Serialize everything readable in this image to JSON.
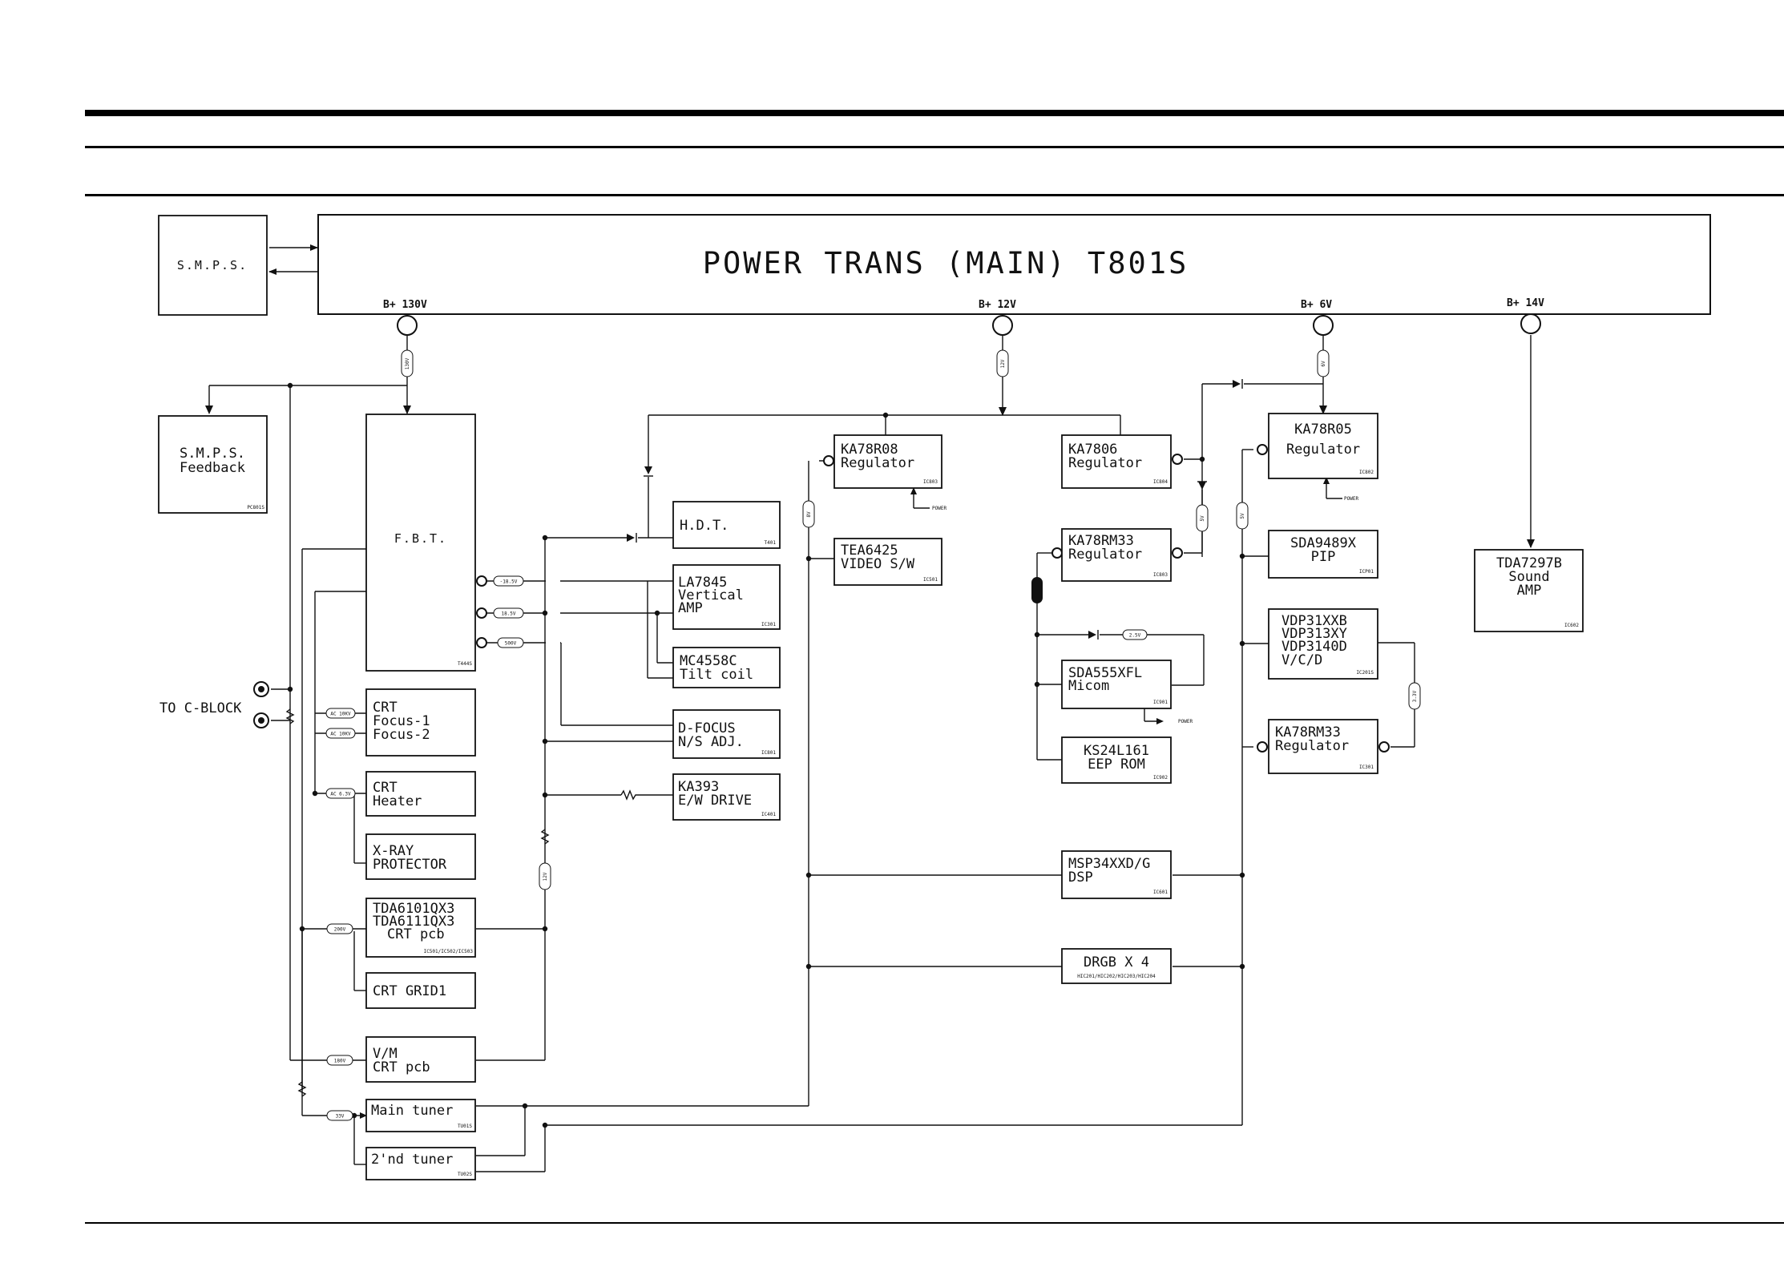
{
  "power_trans": {
    "title": "POWER TRANS (MAIN) T801S"
  },
  "smps": {
    "label": "S.M.P.S."
  },
  "rails": {
    "b130": "B+ 130V",
    "b12": "B+ 12V",
    "b6": "B+ 6V",
    "b14": "B+ 14V"
  },
  "to_c_block": "TO C-BLOCK",
  "blocks": {
    "smps_feedback": {
      "lines": [
        "S.M.P.S.",
        "Feedback"
      ],
      "ref": "PC801S"
    },
    "fbt": {
      "label": "F.B.T.",
      "ref": "T444S"
    },
    "crt_focus": {
      "lines": [
        "CRT",
        "Focus-1",
        "Focus-2"
      ]
    },
    "crt_heater": {
      "lines": [
        "CRT",
        "Heater"
      ]
    },
    "xray": {
      "lines": [
        "X-RAY",
        "PROTECTOR"
      ]
    },
    "tda6101": {
      "lines": [
        "TDA6101QX3",
        "TDA6111QX3",
        "CRT pcb"
      ],
      "ref": "IC501/IC502/IC503"
    },
    "crt_grid": {
      "lines": [
        "CRT GRID1"
      ]
    },
    "vm_crt": {
      "lines": [
        "V/M",
        "CRT pcb"
      ]
    },
    "main_tuner": {
      "lines": [
        "Main tuner"
      ],
      "ref": "TU01S"
    },
    "second_tuner": {
      "lines": [
        "2'nd tuner"
      ],
      "ref": "TU02S"
    },
    "hdt": {
      "lines": [
        "H.D.T."
      ],
      "ref": "T401"
    },
    "la7845": {
      "lines": [
        "LA7845",
        "Vertical",
        "AMP"
      ],
      "ref": "IC301"
    },
    "mc4558": {
      "lines": [
        "MC4558C",
        "Tilt coil"
      ]
    },
    "dfocus": {
      "lines": [
        "D-FOCUS",
        "N/S ADJ."
      ],
      "ref": "IC801"
    },
    "ka393": {
      "lines": [
        "KA393",
        "E/W DRIVE"
      ],
      "ref": "IC401"
    },
    "ka78r08": {
      "lines": [
        "KA78R08",
        "Regulator"
      ],
      "ref": "IC803"
    },
    "tea6425": {
      "lines": [
        "TEA6425",
        "VIDEO S/W"
      ],
      "ref": "IC501"
    },
    "ka7806": {
      "lines": [
        "KA7806",
        "Regulator"
      ],
      "ref": "IC804"
    },
    "ka78rm33_top": {
      "lines": [
        "KA78RM33",
        "Regulator"
      ],
      "ref": "IC803"
    },
    "sda555": {
      "lines": [
        "SDA555XFL",
        "Micom"
      ],
      "ref": "IC901"
    },
    "ks24l161": {
      "lines": [
        "KS24L161",
        "EEP ROM"
      ],
      "ref": "IC902"
    },
    "msp34": {
      "lines": [
        "MSP34XXD/G",
        "DSP"
      ],
      "ref": "IC601"
    },
    "drgb": {
      "lines": [
        "DRGB X 4"
      ],
      "ref": "HIC201/HIC202/HIC203/HIC204"
    },
    "ka78r05": {
      "lines": [
        "KA78R05",
        "Regulator"
      ],
      "ref": "IC802"
    },
    "sda9489": {
      "lines": [
        "SDA9489X",
        "PIP"
      ],
      "ref": "ICP01"
    },
    "vdp31": {
      "lines": [
        "VDP31XXB",
        "VDP313XY",
        "VDP3140D",
        "V/C/D"
      ],
      "ref": "IC201S"
    },
    "ka78rm33_bot": {
      "lines": [
        "KA78RM33",
        "Regulator"
      ],
      "ref": "IC301"
    },
    "tda7297": {
      "lines": [
        "TDA7297B",
        "Sound",
        "AMP"
      ],
      "ref": "IC602"
    }
  },
  "pills": {
    "v185": "-18.5V",
    "v185b": "18.5V",
    "v500": "500V",
    "ac10kv_1": "AC 10KV",
    "ac10kv_2": "AC 10KV",
    "ac63": "AC 6.3V",
    "v200": "200V",
    "v180": "180V",
    "v33": "33V",
    "v25": "2.5V"
  },
  "small_labels": {
    "power_a": "POWER",
    "power_b": "POWER",
    "power_c": "POWER"
  }
}
